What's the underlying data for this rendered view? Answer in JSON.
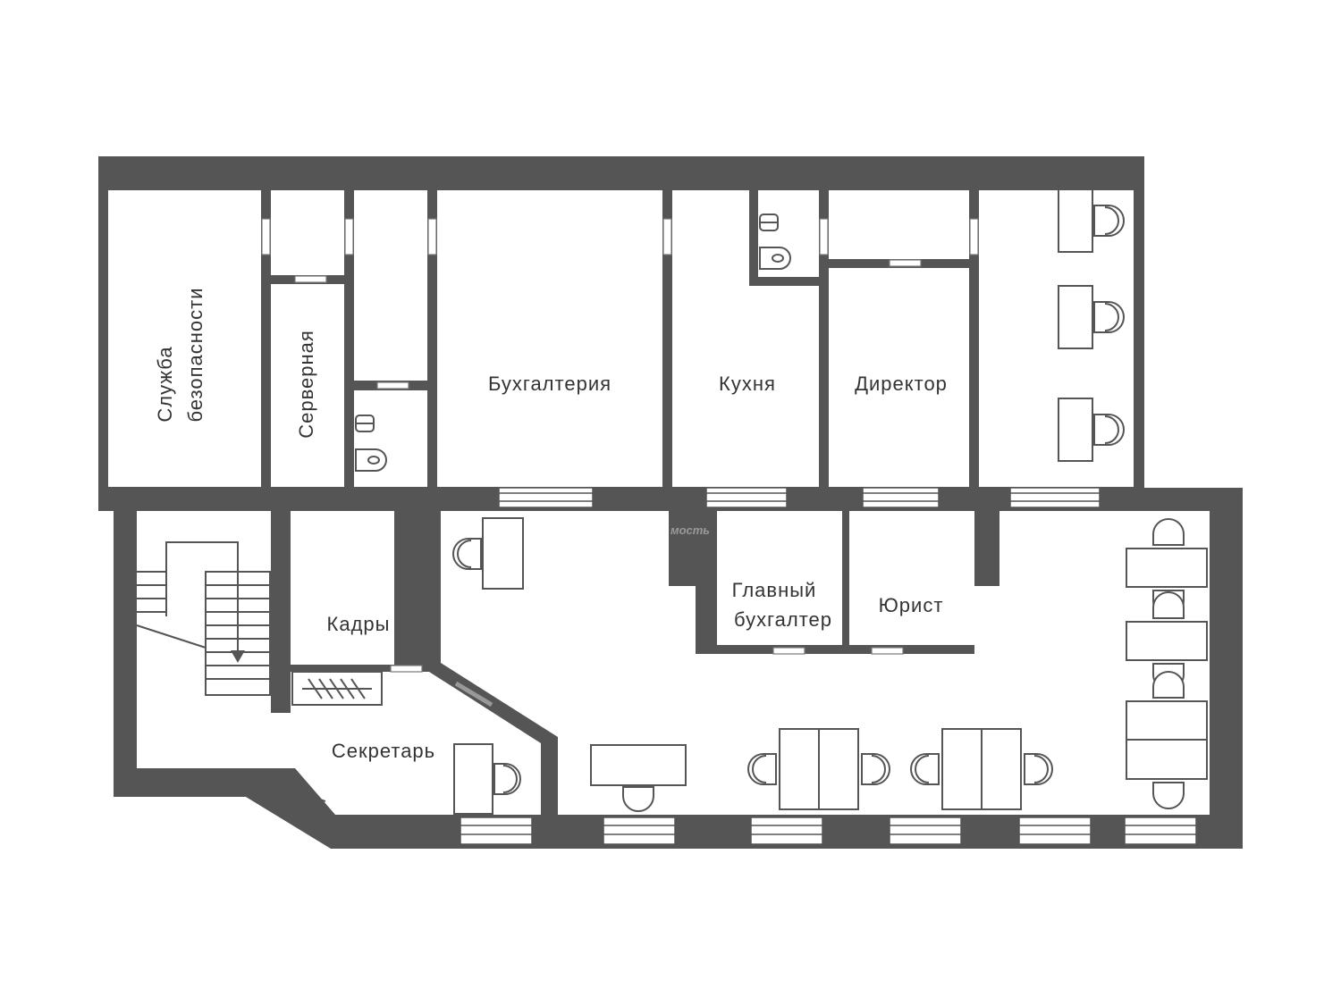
{
  "rooms": {
    "security": {
      "line1": "Служба",
      "line2": "безопасности"
    },
    "server": "Серверная",
    "accounting": "Бухгалтерия",
    "kitchen": "Кухня",
    "director": "Директор",
    "hr": "Кадры",
    "chief_accountant": {
      "line1": "Главный",
      "line2": "бухгалтер"
    },
    "lawyer": "Юрист",
    "secretary": "Секретарь"
  },
  "watermark": "мость",
  "colors": {
    "wall": "#555555",
    "background": "#ffffff",
    "text": "#333333"
  }
}
